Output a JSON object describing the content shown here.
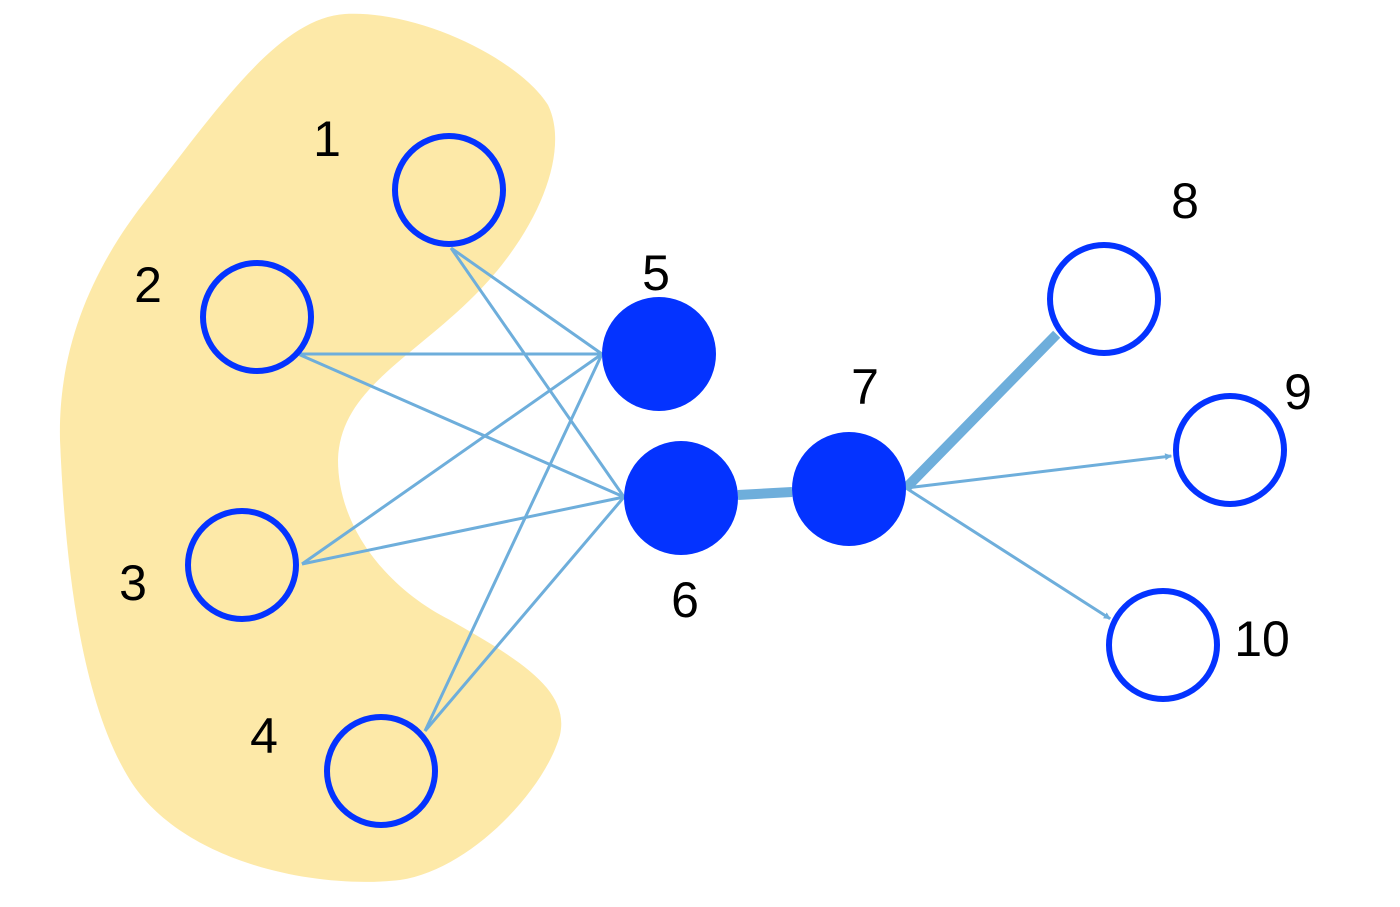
{
  "diagram": {
    "type": "network-graph",
    "colors": {
      "group_fill": "#fde9a8",
      "node_stroke": "#0433ff",
      "node_fill_active": "#0433ff",
      "node_fill_inactive": "none",
      "edge": "#6eaedb",
      "label": "#000000"
    },
    "group": {
      "name": "input-group",
      "members": [
        "1",
        "2",
        "3",
        "4"
      ]
    },
    "nodes": [
      {
        "id": "1",
        "label": "1",
        "filled": false
      },
      {
        "id": "2",
        "label": "2",
        "filled": false
      },
      {
        "id": "3",
        "label": "3",
        "filled": false
      },
      {
        "id": "4",
        "label": "4",
        "filled": false
      },
      {
        "id": "5",
        "label": "5",
        "filled": true
      },
      {
        "id": "6",
        "label": "6",
        "filled": true
      },
      {
        "id": "7",
        "label": "7",
        "filled": true
      },
      {
        "id": "8",
        "label": "8",
        "filled": false
      },
      {
        "id": "9",
        "label": "9",
        "filled": false
      },
      {
        "id": "10",
        "label": "10",
        "filled": false
      }
    ],
    "edges": [
      {
        "from": "1",
        "to": "5",
        "weight": "thin",
        "arrow": false
      },
      {
        "from": "1",
        "to": "6",
        "weight": "thin",
        "arrow": false
      },
      {
        "from": "2",
        "to": "5",
        "weight": "thin",
        "arrow": false
      },
      {
        "from": "2",
        "to": "6",
        "weight": "thin",
        "arrow": false
      },
      {
        "from": "3",
        "to": "5",
        "weight": "thin",
        "arrow": false
      },
      {
        "from": "3",
        "to": "6",
        "weight": "thin",
        "arrow": false
      },
      {
        "from": "4",
        "to": "5",
        "weight": "thin",
        "arrow": false
      },
      {
        "from": "4",
        "to": "6",
        "weight": "thin",
        "arrow": false
      },
      {
        "from": "6",
        "to": "7",
        "weight": "thick",
        "arrow": false
      },
      {
        "from": "7",
        "to": "8",
        "weight": "thick",
        "arrow": false
      },
      {
        "from": "7",
        "to": "9",
        "weight": "thin",
        "arrow": true
      },
      {
        "from": "7",
        "to": "10",
        "weight": "thin",
        "arrow": true
      }
    ]
  }
}
